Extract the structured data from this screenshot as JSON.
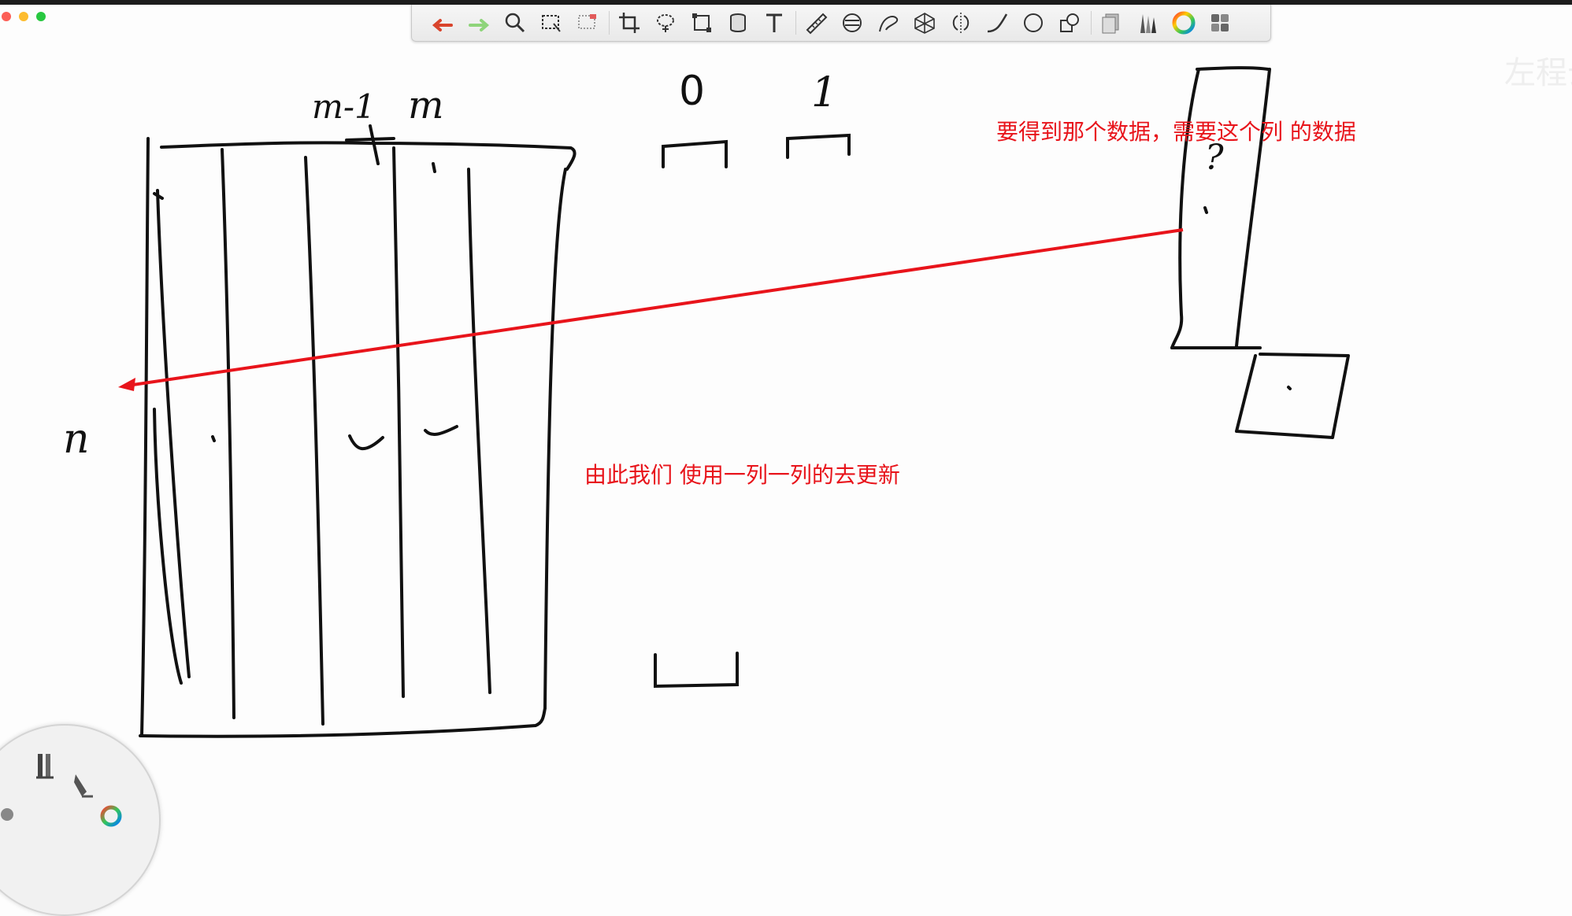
{
  "window": {
    "traffic_lights": {
      "close": "#fc5f57",
      "minimize": "#fdbc2e",
      "zoom": "#28c840"
    }
  },
  "toolbar": {
    "tools": [
      "undo-icon",
      "redo-icon",
      "zoom-icon",
      "rect-select-icon",
      "dotted-select-icon",
      "crop-icon",
      "lasso-icon",
      "transform-icon",
      "cylinder-icon",
      "text-icon",
      "ruler-icon",
      "symmetry-icon",
      "shape-curve-icon",
      "perspective-icon",
      "mirror-icon",
      "curve-icon",
      "ellipse-icon",
      "shapes-icon",
      "layers-icon",
      "brush-library-icon",
      "color-wheel-icon",
      "grid-icon"
    ]
  },
  "canvas": {
    "labels": {
      "m_minus_1": "m-1",
      "m": "m",
      "n": "n",
      "zero": "0",
      "one": "1",
      "question": "?"
    },
    "annotations": {
      "need_column": "要得到那个数据，需要这个列 的数据",
      "update_by_column": "由此我们 使用一列一列的去更新"
    },
    "ink_color": "#111111",
    "arrow_color": "#e8141b"
  },
  "watermark": "左程云"
}
